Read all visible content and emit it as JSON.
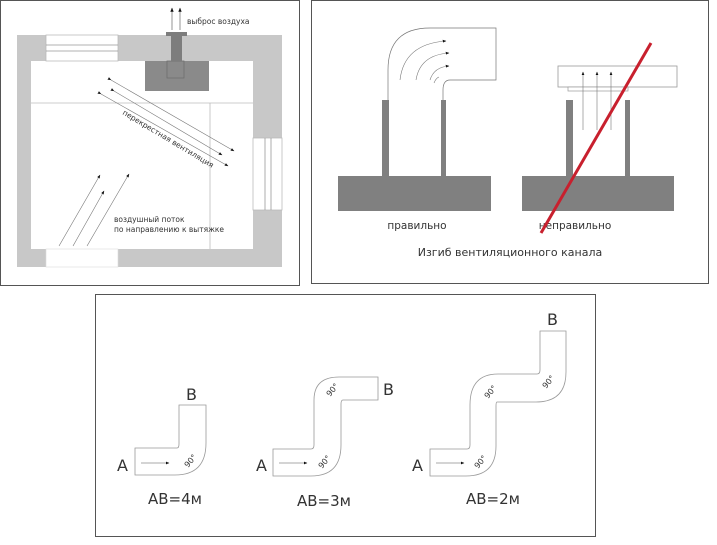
{
  "panel_room": {
    "exhaust_label": "выброс воздуха",
    "cross_vent_label": "перекрестная вентиляция",
    "airflow_label_line1": "воздушный поток",
    "airflow_label_line2": "по направлению к вытяжке"
  },
  "panel_bend": {
    "correct_label": "правильно",
    "incorrect_label": "неправильно",
    "caption": "Изгиб вентиляционного канала",
    "cross_color": "#c8202e"
  },
  "panel_length": {
    "diagrams": [
      {
        "start": "A",
        "end": "B",
        "angle": "90°",
        "length_label": "AB=4м",
        "bends": 1
      },
      {
        "start": "A",
        "end": "B",
        "angle": "90°",
        "length_label": "AB=3м",
        "bends": 2
      },
      {
        "start": "A",
        "end": "B",
        "angle": "90°",
        "length_label": "AB=2м",
        "bends": 3
      }
    ]
  },
  "colors": {
    "wall_light": "#c8c8c8",
    "wall_dark": "#8a8a8a",
    "hood_dark": "#7d7d7d",
    "frame": "#555555"
  }
}
